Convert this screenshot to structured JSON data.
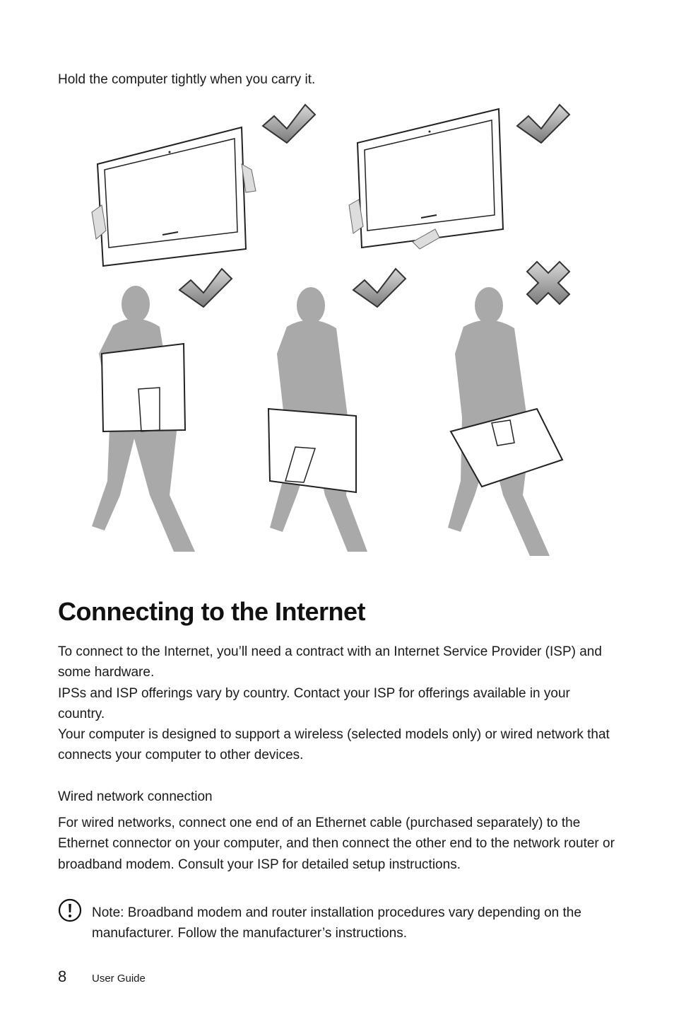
{
  "intro_text": "Hold the computer tightly when you carry it.",
  "figure": {
    "icons": [
      "check-mark-icon",
      "check-mark-icon",
      "check-mark-icon",
      "check-mark-icon",
      "cross-mark-icon"
    ],
    "colors": {
      "mark": "#8c8c8c",
      "mark_dark": "#3b3b3b",
      "silhouette": "#a9a9a9",
      "hand": "#cfcfcf"
    }
  },
  "section": {
    "title": "Connecting to the Internet",
    "paragraphs": [
      "To connect to the Internet, you’ll need a contract with an Internet Service Provider (ISP) and some hardware.",
      "IPSs and ISP offerings vary by country. Contact your ISP for offerings available in your country.",
      "Your computer is designed to support a wireless (selected models only) or wired network that connects your computer to other devices."
    ]
  },
  "wired": {
    "title": "Wired network connection",
    "text": "For wired networks, connect one end of an Ethernet cable (purchased separately) to the Ethernet connector on your computer, and then connect the other end to the network router or broadband modem. Consult your ISP for detailed setup instructions."
  },
  "note": {
    "icon": "exclamation-circle-icon",
    "label": "Note:",
    "text": " Broadband modem and router installation procedures vary depending on the manufacturer. Follow the manufacturer’s instructions."
  },
  "footer": {
    "page_number": "8",
    "doc_name": "User Guide"
  }
}
